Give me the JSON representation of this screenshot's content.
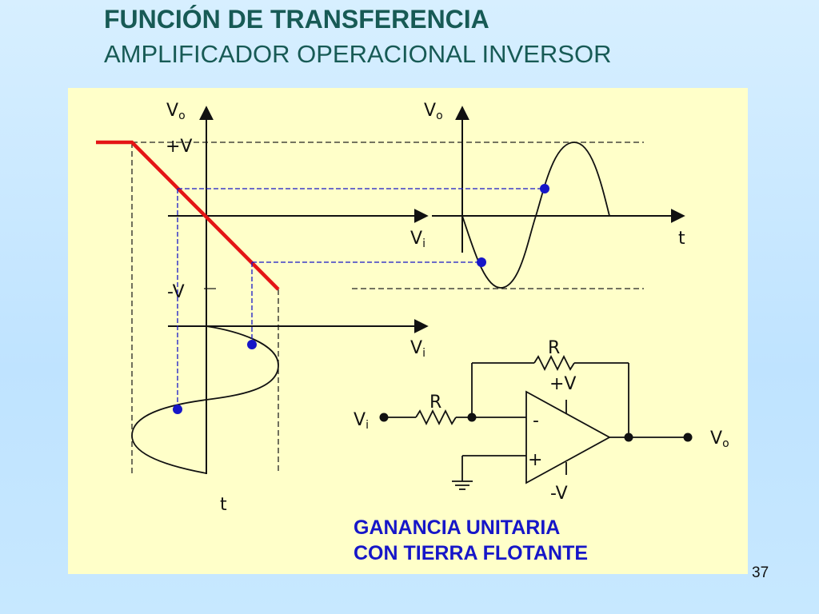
{
  "slide": {
    "title_line1": "FUNCIÓN DE TRANSFERENCIA",
    "title_line2": "AMPLIFICADOR OPERACIONAL INVERSOR",
    "page_number": "37"
  },
  "transfer_plot": {
    "y_axis_label": "V",
    "y_axis_sub": "o",
    "pos_supply": "+V",
    "neg_supply": "-V",
    "x_axis_label": "V",
    "x_axis_sub": "i"
  },
  "input_plot": {
    "x_axis_label": "V",
    "x_axis_sub": "i",
    "time_label": "t"
  },
  "output_plot": {
    "y_axis_label": "V",
    "y_axis_sub": "o",
    "time_label": "t"
  },
  "circuit": {
    "feedback_resistor": "R",
    "input_resistor": "R",
    "pos_supply": "+V",
    "neg_supply": "-V",
    "inverting_pin": "-",
    "noninverting_pin": "+",
    "input_label": "V",
    "input_sub": "i",
    "output_label": "V",
    "output_sub": "o"
  },
  "caption": {
    "line1": "GANANCIA UNITARIA",
    "line2": "CON TIERRA FLOTANTE"
  },
  "colors": {
    "title": "#175a55",
    "panel": "#ffffc9",
    "transfer_curve": "#e41515",
    "projection": "#1616c8",
    "caption": "#1616c8"
  }
}
